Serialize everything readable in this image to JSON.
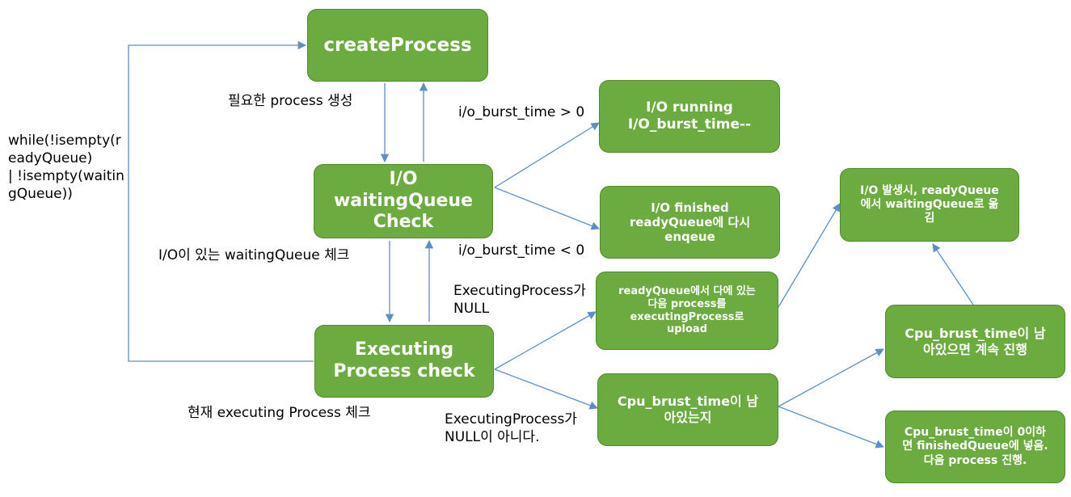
{
  "nodes": {
    "create_process": "createProcess",
    "io_waiting_check": "I/O\nwaitingQueue\nCheck",
    "executing_check": "Executing\nProcess check",
    "io_running": "I/O running\nI/O_burst_time--",
    "io_finished": "I/O finished\nreadyQueue에 다시\nenqeue",
    "upload_next": "readyQueue에서 다에 있는\n다음 process를\nexecutingProcess로\nupload",
    "cpu_remaining_q": "Cpu_brust_time이 남\n아있는지",
    "io_occurs_move": "I/O 발생시, readyQueue\n에서 waitingQueue로 옮\n김",
    "cpu_continue": "Cpu_brust_time이 남\n아있으면 계속 진행",
    "cpu_finished": "Cpu_brust_time이 0이하\n면 finishedQueue에 넣음.\n다음 process 진행."
  },
  "labels": {
    "loop_condition": "while(!isempty(r\neadyQueue)\n| !isempty(waitin\ngQueue))",
    "create_needed": "필요한 process 생성",
    "io_burst_gt": "i/o_burst_time > 0",
    "io_burst_lt": "i/o_burst_time < 0",
    "check_waiting": "I/O이 있는 waitingQueue 체크",
    "exec_null": "ExecutingProcess가\nNULL",
    "exec_not_null": "ExecutingProcess가\nNULL이 아니다.",
    "check_current": "현재 executing Process 체크"
  },
  "colors": {
    "box_fill": "#6bab3f",
    "box_border": "#4f8a2b",
    "arrow": "#5b8fc7"
  }
}
